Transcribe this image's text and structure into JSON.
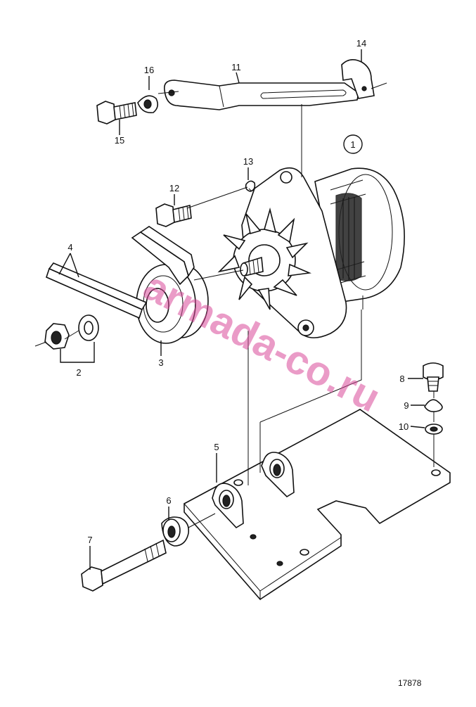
{
  "callouts": {
    "c1": "1",
    "c2": "2",
    "c3": "3",
    "c4": "4",
    "c5": "5",
    "c6": "6",
    "c7": "7",
    "c8": "8",
    "c9": "9",
    "c10": "10",
    "c11": "11",
    "c12": "12",
    "c13": "13",
    "c14": "14",
    "c15": "15",
    "c16": "16"
  },
  "watermark": "armada-co.ru",
  "drawing_number": "17878"
}
